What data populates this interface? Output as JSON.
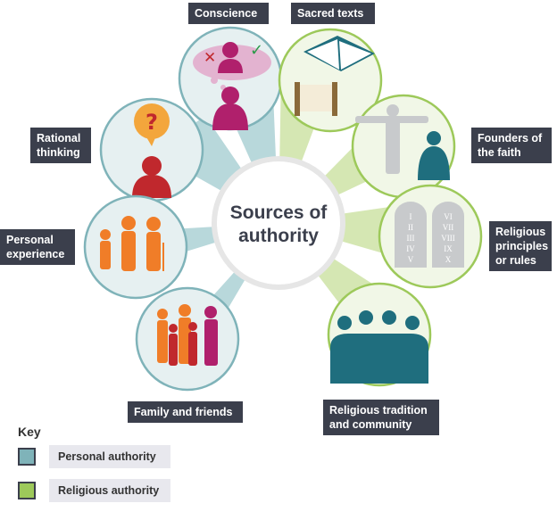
{
  "center": {
    "line1": "Sources of",
    "line2": "authority"
  },
  "sources": {
    "conscience": "Conscience",
    "sacred_texts": "Sacred texts",
    "rational_line1": "Rational",
    "rational_line2": "thinking",
    "founders_line1": "Founders of",
    "founders_line2": "the faith",
    "personal_line1": "Personal",
    "personal_line2": "experience",
    "principles_line1": "Religious",
    "principles_line2": "principles",
    "principles_line3": "or rules",
    "family": "Family and friends",
    "tradition_line1": "Religious tradition",
    "tradition_line2": "and community"
  },
  "tablets": {
    "left": [
      "I",
      "II",
      "III",
      "IV",
      "V"
    ],
    "right": [
      "VI",
      "VII",
      "VIII",
      "IX",
      "X"
    ]
  },
  "key": {
    "title": "Key",
    "personal": "Personal authority",
    "religious": "Religious authority"
  },
  "colors": {
    "personal": "#7fb3b9",
    "personal_light": "#b8d8db",
    "religious": "#9dc95a",
    "religious_light": "#d5e7b3",
    "label_bg": "#3b3f4c",
    "figure_magenta": "#b0206c",
    "figure_orange": "#f07d28",
    "figure_red": "#c0282d",
    "figure_teal": "#1f6e7e"
  }
}
